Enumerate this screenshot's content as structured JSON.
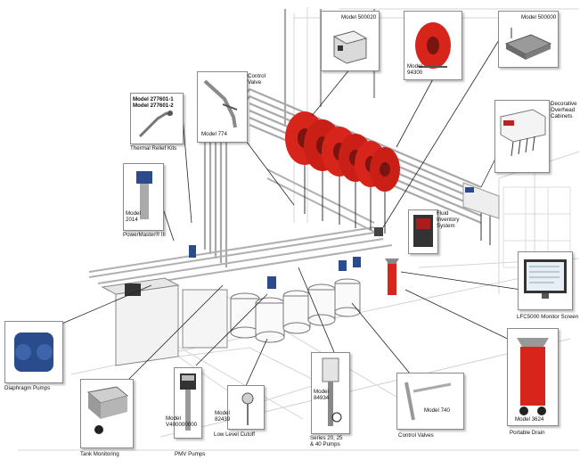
{
  "components": {
    "model_500020": "Model 500020",
    "model_94300": "Model\n94300",
    "model_500000": "Model 500000",
    "control_valve": "Control\nValve",
    "model_277601": "Model 277601-1\nModel 277601-2",
    "thermal_relief": "Thermal Relief Kits",
    "model_774": "Model 774",
    "decorative_cabinets": "Decorative\nOverhead\nCabinets",
    "model_2014": "Model\n2014",
    "powermaster": "PowerMaster® III",
    "fluid_inventory": "Fluid\nInventory\nSystem",
    "lfc_monitor": "LFC5000 Monitor Screen",
    "diaphragm_pumps": "Diaphragm Pumps",
    "tank_monitoring": "Tank Monitoring",
    "model_v400": "Model\nV400000000",
    "pmv_pumps": "PMV Pumps",
    "model_82439": "Model\n82439",
    "low_level_cutoff": "Low Level Cutoff",
    "model_84934": "Model\n84934",
    "series_pumps": "Series 20, 25\n& 40 Pumps",
    "model_740": "Model 740",
    "control_valves": "Control Valves",
    "model_3624": "Model 3624",
    "portable_drain": "Portable Drain"
  },
  "colors": {
    "reel_red": "#d8251c",
    "pipe_gray": "#9a9a9a",
    "pump_blue": "#2b4c8c"
  }
}
